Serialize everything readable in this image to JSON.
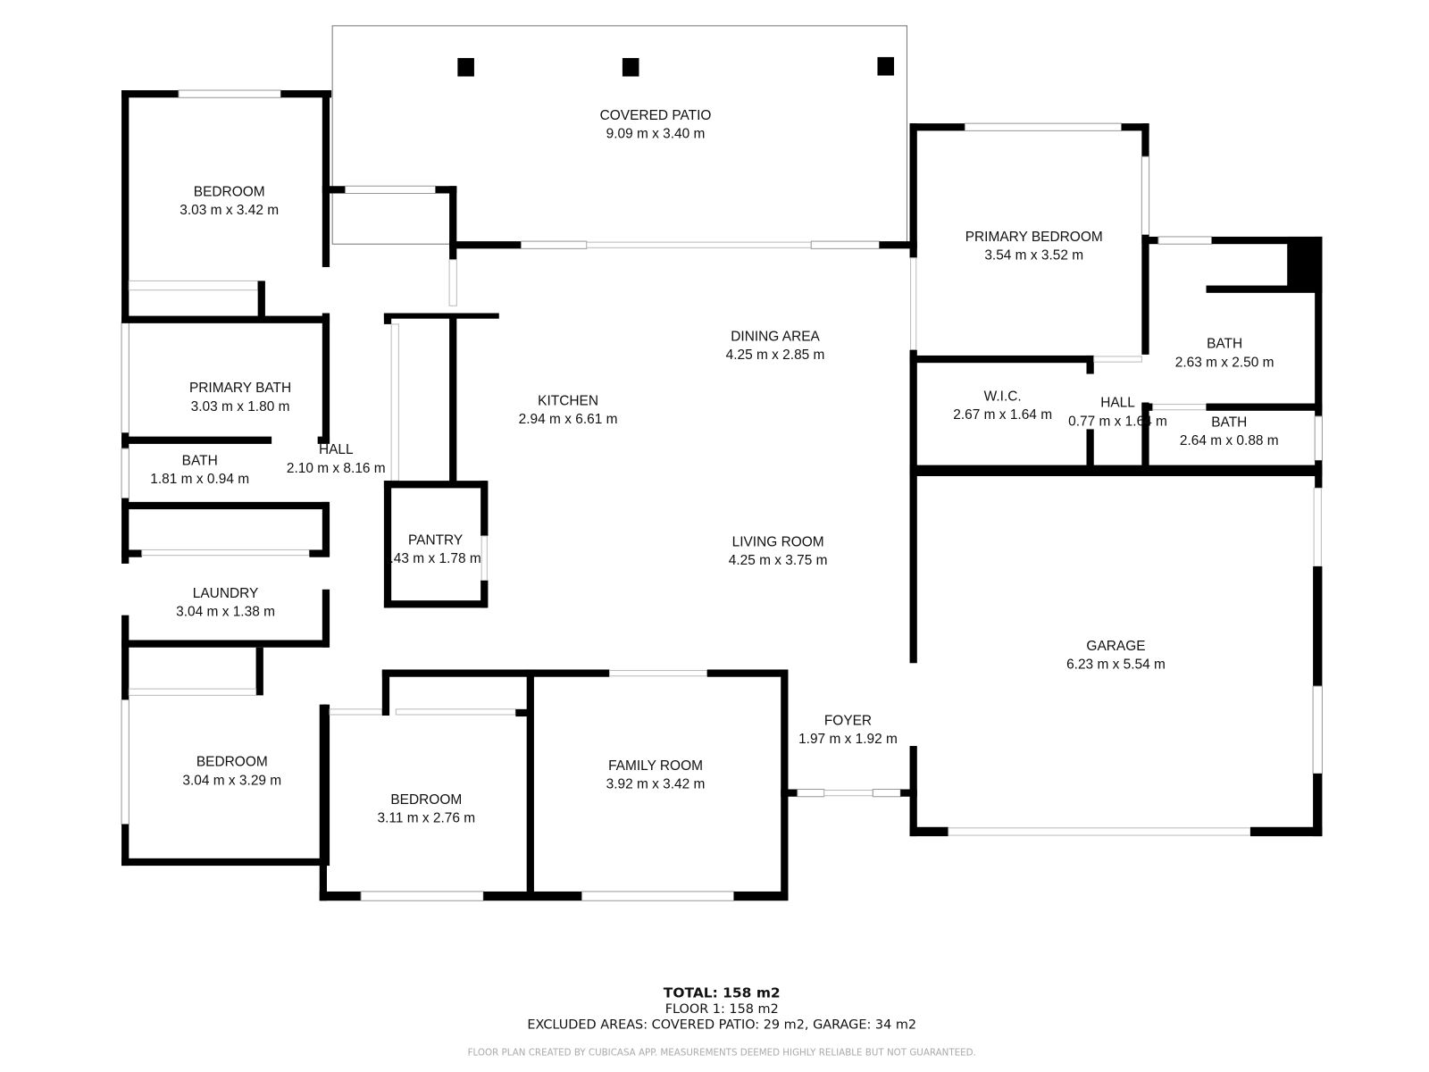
{
  "rooms": {
    "covered_patio": {
      "name": "COVERED PATIO",
      "dims": "9.09 m x 3.40 m"
    },
    "bedroom_nw": {
      "name": "BEDROOM",
      "dims": "3.03 m x 3.42 m"
    },
    "primary_bath": {
      "name": "PRIMARY BATH",
      "dims": "3.03 m x 1.80 m"
    },
    "bath_w": {
      "name": "BATH",
      "dims": "1.81 m x 0.94 m"
    },
    "hall_w": {
      "name": "HALL",
      "dims": "2.10 m x 8.16 m"
    },
    "laundry": {
      "name": "LAUNDRY",
      "dims": "3.04 m x 1.38 m"
    },
    "bedroom_sw": {
      "name": "BEDROOM",
      "dims": "3.04 m x 3.29 m"
    },
    "bedroom_s": {
      "name": "BEDROOM",
      "dims": "3.11 m x 2.76 m"
    },
    "family_room": {
      "name": "FAMILY ROOM",
      "dims": "3.92 m x 3.42 m"
    },
    "kitchen": {
      "name": "KITCHEN",
      "dims": "2.94 m x 6.61 m"
    },
    "pantry": {
      "name": "PANTRY",
      "dims": ".43 m x 1.78 m"
    },
    "dining_area": {
      "name": "DINING AREA",
      "dims": "4.25 m x 2.85 m"
    },
    "living_room": {
      "name": "LIVING ROOM",
      "dims": "4.25 m x 3.75 m"
    },
    "foyer": {
      "name": "FOYER",
      "dims": "1.97 m x 1.92 m"
    },
    "primary_bedroom": {
      "name": "PRIMARY BEDROOM",
      "dims": "3.54 m x 3.52 m"
    },
    "wic": {
      "name": "W.I.C.",
      "dims": "2.67 m x 1.64 m"
    },
    "hall_e": {
      "name": "HALL",
      "dims": "0.77 m x 1.64 m"
    },
    "bath_ne": {
      "name": "BATH",
      "dims": "2.63 m x 2.50 m"
    },
    "bath_e": {
      "name": "BATH",
      "dims": "2.64 m x 0.88 m"
    },
    "garage": {
      "name": "GARAGE",
      "dims": "6.23 m x 5.54 m"
    }
  },
  "summary": {
    "total": "TOTAL: 158 m2",
    "floor1": "FLOOR 1: 158 m2",
    "excluded": "EXCLUDED AREAS: COVERED PATIO: 29 m2, GARAGE: 34 m2",
    "disclaimer": "FLOOR PLAN CREATED BY CUBICASA APP. MEASUREMENTS DEEMED HIGHLY RELIABLE BUT NOT GUARANTEED."
  }
}
